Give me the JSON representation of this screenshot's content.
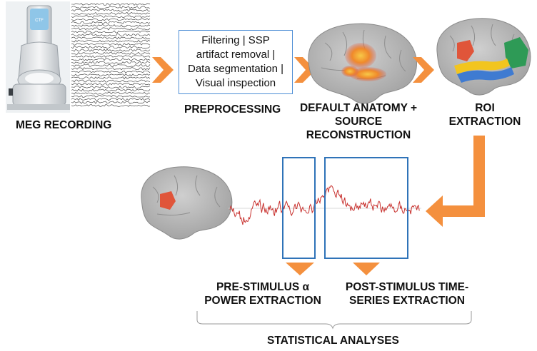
{
  "colors": {
    "arrow": "#f4903e",
    "box_blue": "#2f73b8",
    "signal": "#c8312e",
    "brain": "#b8b8b8",
    "roi_red": "#e0553a",
    "roi_green": "#2e9a56",
    "roi_yellow": "#f2c51f",
    "roi_blue": "#3f7bd1"
  },
  "stages": {
    "meg": {
      "label": "MEG RECORDING",
      "scanner_brand": "CTF"
    },
    "preprocessing": {
      "steps": [
        "Filtering | SSP",
        "artifact removal |",
        "Data segmentation |",
        "Visual inspection"
      ],
      "label": "PREPROCESSING"
    },
    "source": {
      "label_lines": [
        "DEFAULT ANATOMY +",
        "SOURCE",
        "RECONSTRUCTION"
      ]
    },
    "roi": {
      "label_lines": [
        "ROI",
        "EXTRACTION"
      ]
    },
    "pre_stimulus": {
      "label_lines": [
        "PRE-STIMULUS α",
        "POWER EXTRACTION"
      ]
    },
    "post_stimulus": {
      "label_lines": [
        "POST-STIMULUS TIME-",
        "SERIES EXTRACTION"
      ]
    },
    "statistics": {
      "label": "STATISTICAL ANALYSES"
    }
  }
}
